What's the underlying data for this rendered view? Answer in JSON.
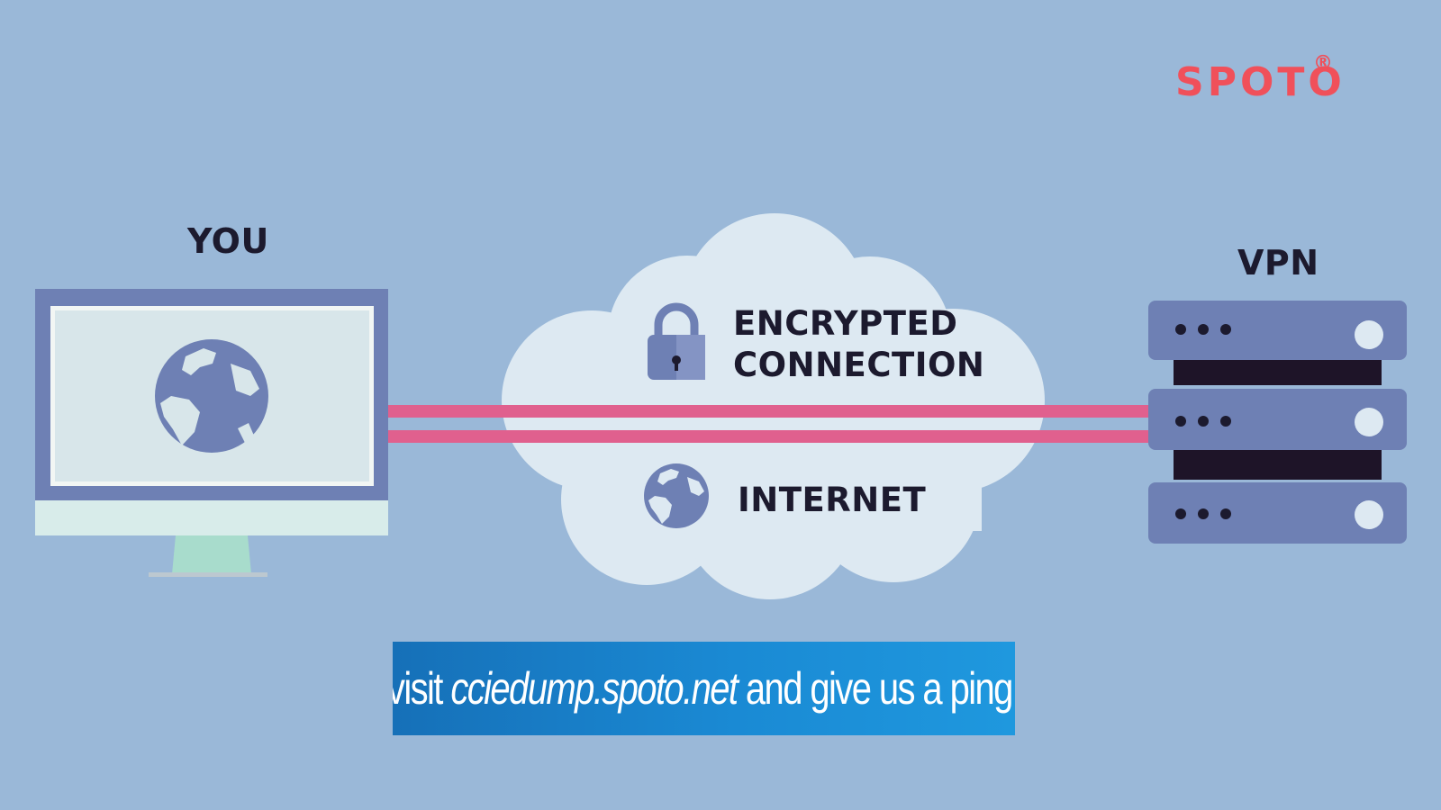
{
  "brand": {
    "name": "SPOTO",
    "mark": "®"
  },
  "labels": {
    "you": "YOU",
    "vpn": "VPN",
    "encrypted_line1": "ENCRYPTED",
    "encrypted_line2": "CONNECTION",
    "internet": "INTERNET"
  },
  "banner": {
    "prefix": "visit ",
    "url": "cciedump.spoto.net",
    "suffix": " and give us a ping."
  },
  "icons": [
    "computer-monitor-icon",
    "globe-icon",
    "lock-icon",
    "cloud-icon",
    "server-rack-icon"
  ],
  "colors": {
    "background": "#9ab8d8",
    "accent": "#e0608e",
    "brand": "#f0505a",
    "banner": "#1a8ad4"
  }
}
